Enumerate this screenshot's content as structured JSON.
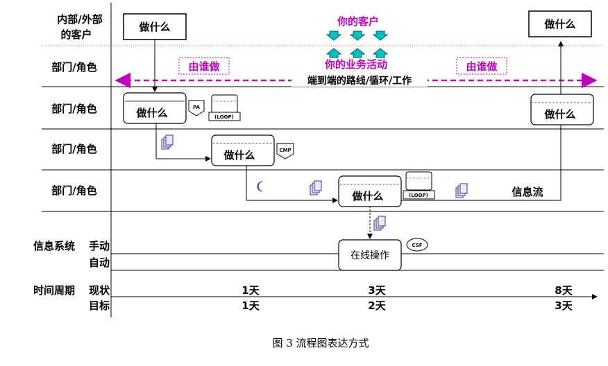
{
  "rows": {
    "customer": [
      "内部/外部",
      "的客户"
    ],
    "lane": "部门/角色",
    "system": "信息系统",
    "manual": "手动",
    "auto": "自动",
    "period": "时间周期",
    "current": "现状",
    "target": "目标"
  },
  "boxes": {
    "what": "做什么",
    "online": "在线操作"
  },
  "top": {
    "your_customer": "你的客户",
    "your_activity": "你的业务活动",
    "by_who": "由谁做",
    "end_to_end": "端到端的路线/循环/工作"
  },
  "icons": {
    "pa": "PA",
    "loop": "(LOOP)",
    "cmp": "CMP",
    "csf": "CSF"
  },
  "info_flow": "信息流",
  "times": {
    "current": [
      "1天",
      "3天",
      "8天"
    ],
    "target": [
      "1天",
      "2天",
      "3天"
    ]
  },
  "caption": "图 3 流程图表达方式",
  "colors": {
    "magenta": "#c000c0",
    "teal": "#00b0b0",
    "dotted_red": "#e06060"
  }
}
